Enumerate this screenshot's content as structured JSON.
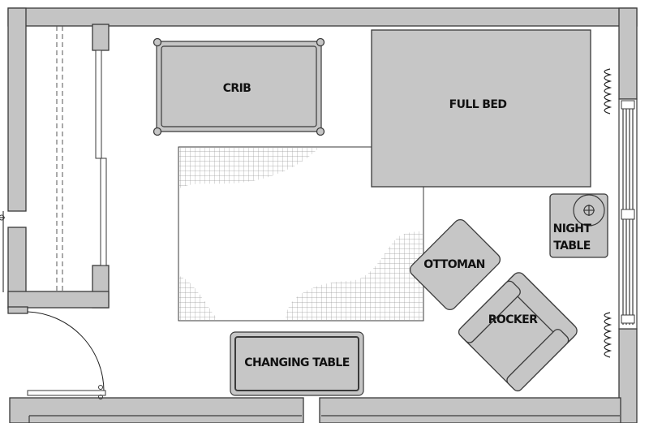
{
  "furniture": {
    "crib": "CRIB",
    "full_bed": "FULL BED",
    "night_table_line1": "NIGHT",
    "night_table_line2": "TABLE",
    "ottoman": "OTTOMAN",
    "rocker": "ROCKER",
    "changing_table": "CHANGING TABLE"
  },
  "colors": {
    "wall_fill": "#c4c4c4",
    "furniture_fill": "#c6c6c6",
    "outline": "#3a3a3a",
    "background": "#ffffff"
  }
}
